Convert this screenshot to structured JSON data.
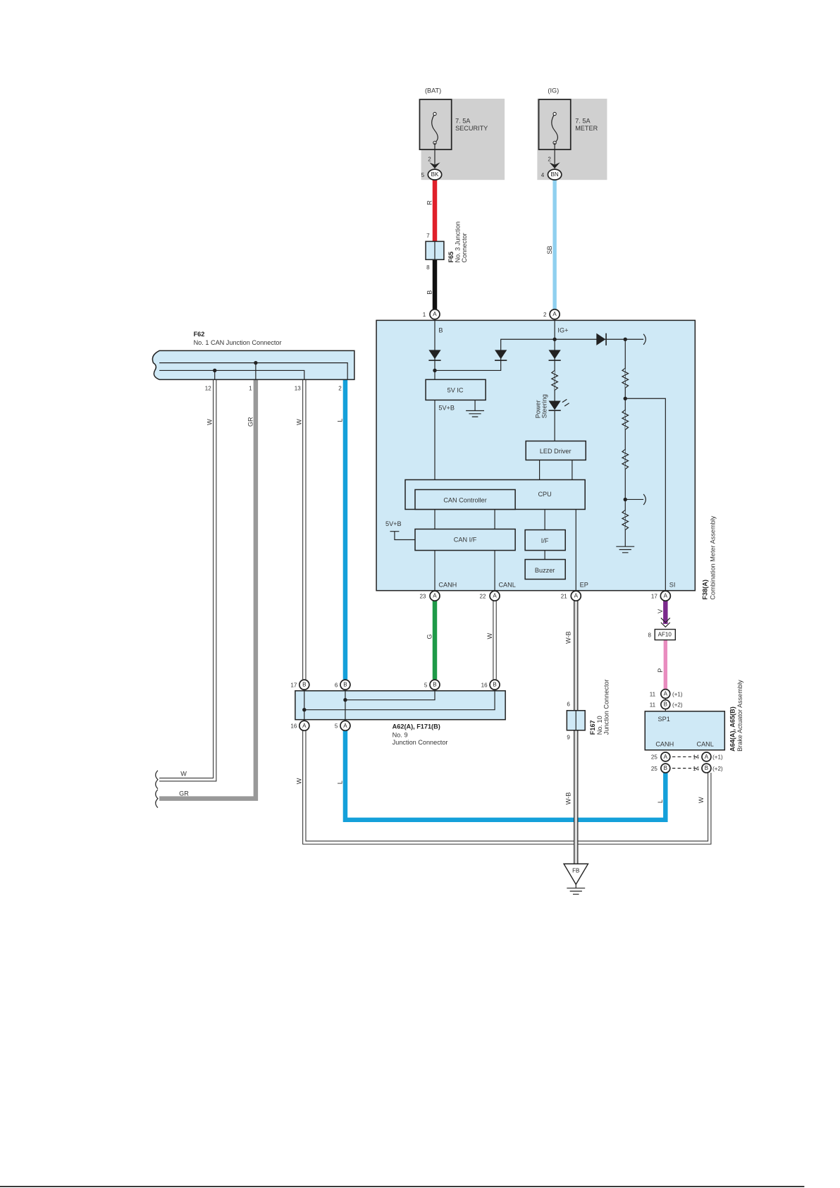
{
  "fuse_bat": {
    "source": "(BAT)",
    "rating": "7. 5A",
    "name": "SECURITY",
    "pin": "2",
    "conn_pin": "5",
    "conn": "BK"
  },
  "fuse_ig": {
    "source": "(IG)",
    "rating": "7. 5A",
    "name": "METER",
    "pin": "2",
    "conn_pin": "4",
    "conn": "BN"
  },
  "wires": {
    "r": "R",
    "b": "B",
    "sb": "SB",
    "w": "W",
    "gr": "GR",
    "l": "L",
    "g": "G",
    "wb": "W-B",
    "v": "V",
    "p": "P"
  },
  "f65": {
    "id": "F65",
    "line1": "No. 3 Junction",
    "line2": "Connector",
    "pin_in": "7",
    "pin_out": "8"
  },
  "f62": {
    "id": "F62",
    "name": "No. 1 CAN Junction Connector",
    "pins": [
      "12",
      "1",
      "13",
      "2"
    ]
  },
  "meter": {
    "id": "F38(A)",
    "name": "Combination Meter Assembly",
    "terms": {
      "b": "B",
      "ig": "IG+",
      "canh": "CANH",
      "canl": "CANL",
      "ep": "EP",
      "si": "SI"
    },
    "blocks": {
      "ic": "5V IC",
      "led_driver": "LED Driver",
      "cpu": "CPU",
      "can_controller": "CAN Controller",
      "can_if": "CAN I/F",
      "if": "I/F",
      "buzzer": "Buzzer"
    },
    "v5b": "5V+B",
    "led_label": [
      "Power",
      "Steering"
    ],
    "pins": {
      "b": "1",
      "ig": "2",
      "canh": "23",
      "canl": "22",
      "ep": "21",
      "si": "17"
    },
    "conn_letter": "A"
  },
  "a62": {
    "id": "A62(A), F171(B)",
    "line1": "No. 9",
    "line2": "Junction Connector",
    "top_pins": [
      "17",
      "6",
      "5",
      "16"
    ],
    "bottom_pins": [
      "16",
      "5"
    ],
    "letter_top": "B",
    "letter_bottom": "A"
  },
  "af10": {
    "id": "AF10",
    "pin": "8"
  },
  "f167": {
    "id": "F167",
    "line1": "No. 10",
    "line2": "Junction Connector",
    "pin_in": "6",
    "pin_out": "9"
  },
  "brake": {
    "id": "A64(A), A65(B)",
    "name": "Brake Actuator Assembly",
    "sp1": "SP1",
    "canh": "CANH",
    "canl": "CANL",
    "pin11": "11",
    "pin25": "25",
    "pin14": "14",
    "l1": "(+1)",
    "l2": "(+2)",
    "a": "A",
    "bb": "B"
  },
  "ground": {
    "id": "FB"
  }
}
